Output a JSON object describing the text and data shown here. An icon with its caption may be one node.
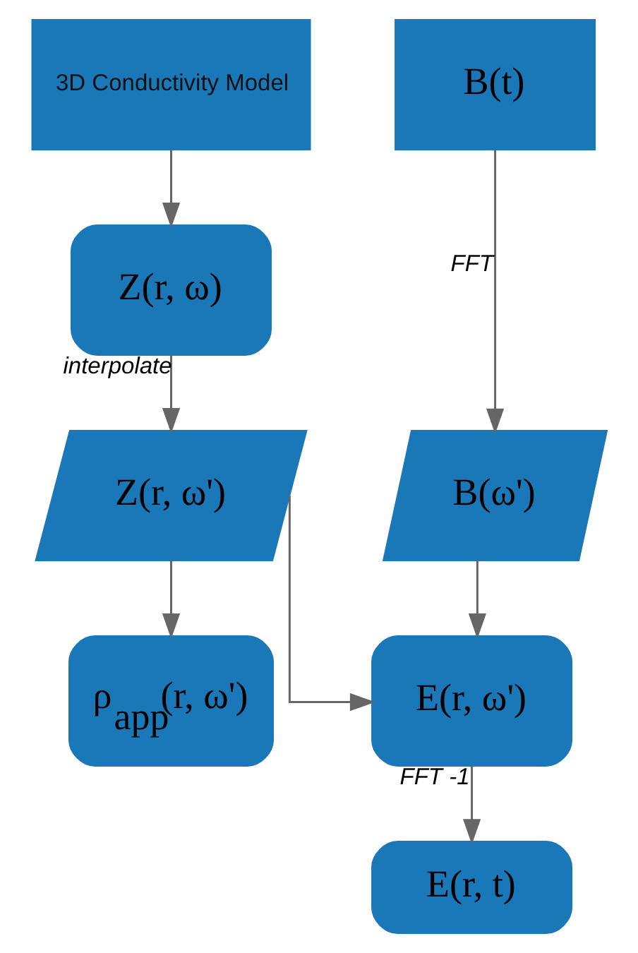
{
  "diagram": {
    "nodes": [
      {
        "text": [
          "3D Conductivity Model"
        ]
      },
      {
        "text": [
          "B(t)"
        ]
      },
      {
        "text": [
          "Z(r, ω)"
        ]
      },
      {
        "text": [
          "B(ω')"
        ]
      },
      {
        "text": [
          "Z(r, ω')"
        ]
      },
      {
        "text": [
          "E(r, ω')"
        ]
      },
      {
        "text": [
          "ρ$_{app}$(r, ω')"
        ]
      },
      {
        "text": [
          "E(r, t)"
        ]
      }
    ],
    "edges": [
      {
        "from": 0,
        "to": 2,
        "arrow": "to"
      },
      {
        "from": 1,
        "to": 3,
        "arrow": "to",
        "label": "FFT"
      },
      {
        "from": 2,
        "to": 4,
        "arrow": "to",
        "label": "interpolate"
      },
      {
        "from": 3,
        "to": 5,
        "arrow": "to"
      },
      {
        "from": 4,
        "to": 5,
        "arrow": "to"
      },
      {
        "from": 4,
        "to": 6,
        "arrow": "to"
      },
      {
        "from": 5,
        "to": 7,
        "arrow": "to",
        "label": "FFT -1"
      }
    ]
  }
}
